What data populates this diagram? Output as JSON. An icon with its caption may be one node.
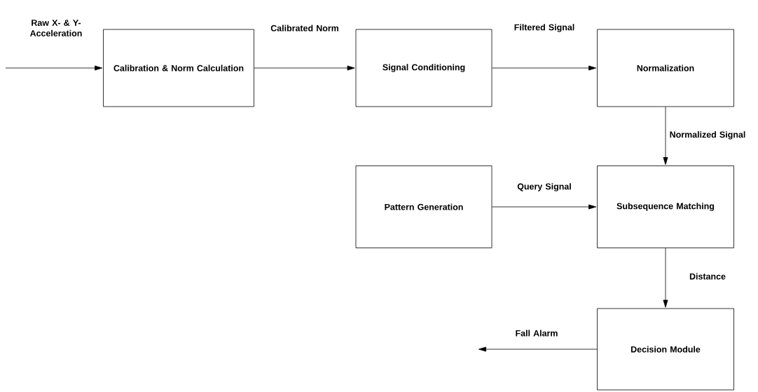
{
  "diagram": {
    "nodes": [
      {
        "text": [
          "Calibration & Norm Calculation"
        ]
      },
      {
        "text": [
          "Signal Conditioning"
        ]
      },
      {
        "text": [
          "Normalization"
        ]
      },
      {
        "text": [
          "Pattern Generation"
        ]
      },
      {
        "text": [
          "Subsequence Matching"
        ]
      },
      {
        "text": [
          "Decision Module"
        ]
      }
    ],
    "edges": [
      {
        "from": null,
        "to": 0,
        "arrow": "to",
        "label": "Raw X- & Y- Acceleration"
      },
      {
        "from": 0,
        "to": 1,
        "arrow": "to",
        "label": "Calibrated Norm"
      },
      {
        "from": 1,
        "to": 2,
        "arrow": "to",
        "label": "Filtered Signal"
      },
      {
        "from": 2,
        "to": 4,
        "arrow": "to",
        "label": "Normalized Signal"
      },
      {
        "from": 3,
        "to": 4,
        "arrow": "to",
        "label": "Query Signal"
      },
      {
        "from": 4,
        "to": 5,
        "arrow": "to",
        "label": "Distance"
      },
      {
        "from": 5,
        "to": null,
        "arrow": "to",
        "label": "Fall Alarm"
      }
    ]
  }
}
